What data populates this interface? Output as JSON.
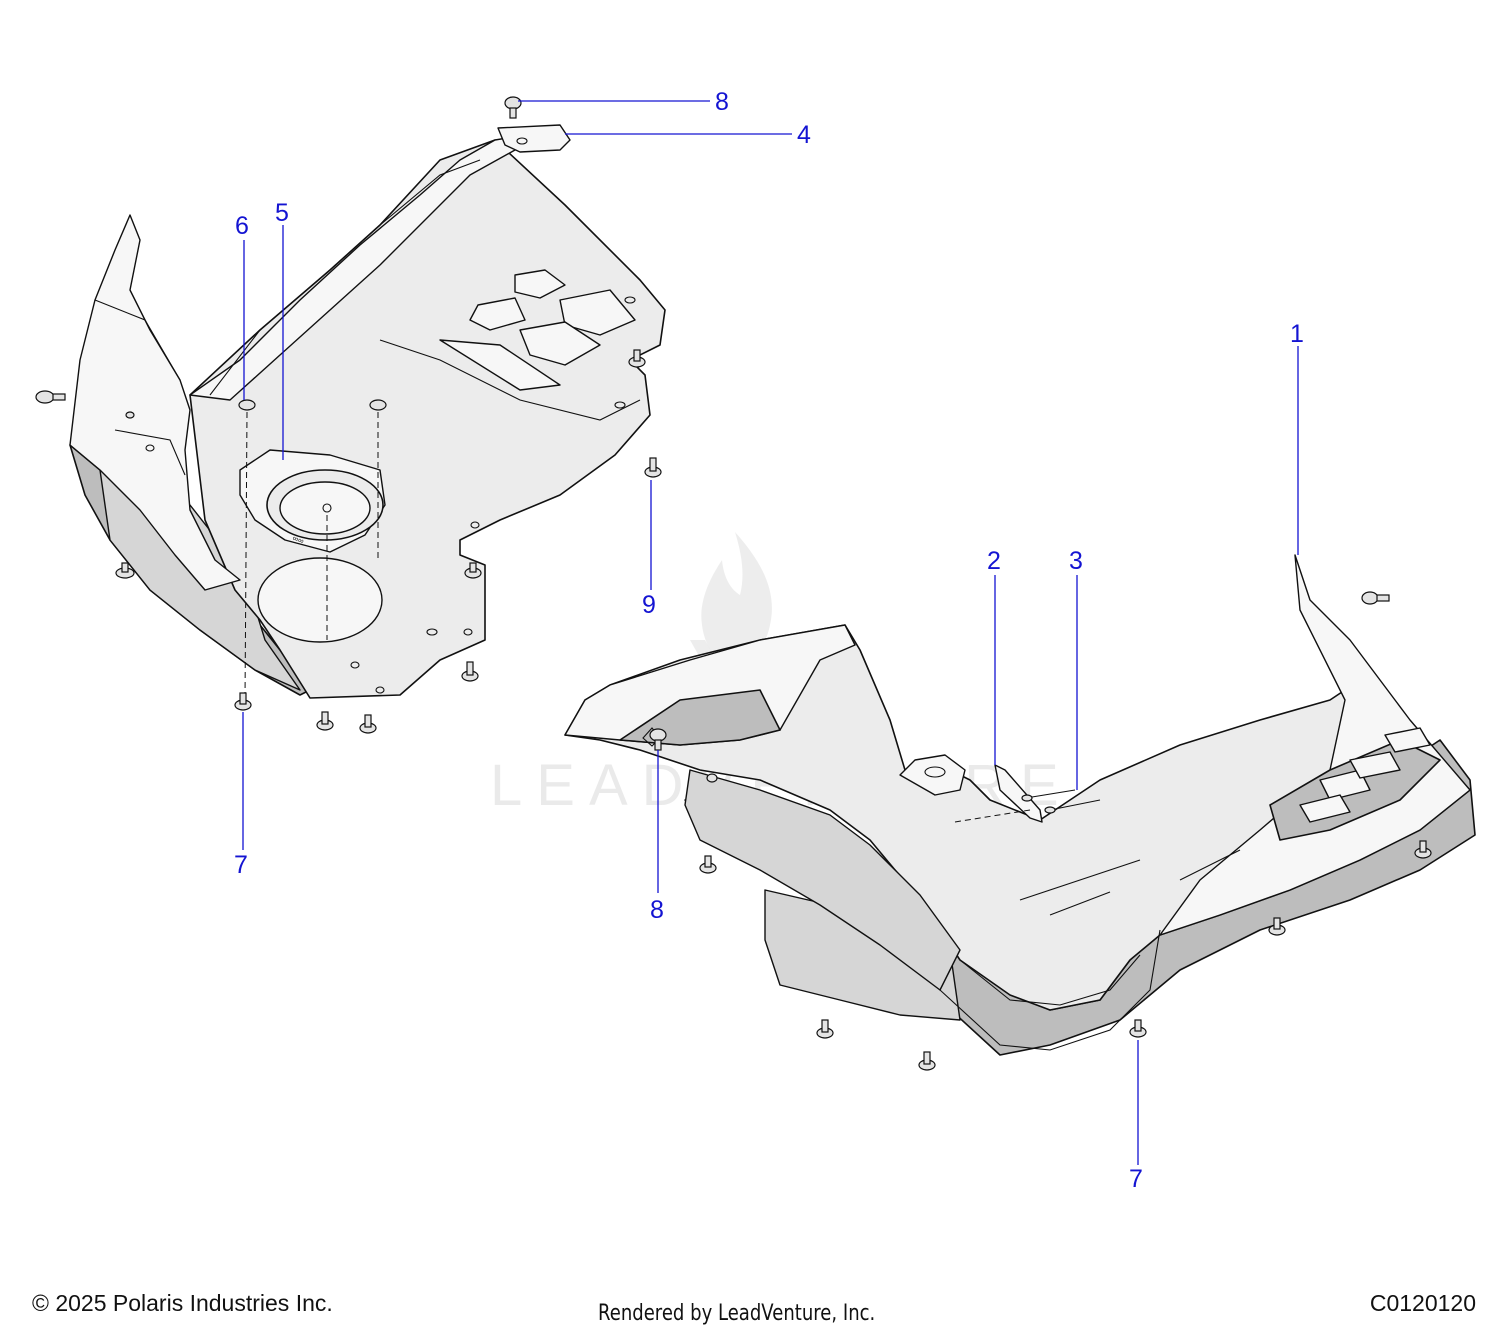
{
  "diagram": {
    "callouts": [
      {
        "id": "c8-top",
        "label": "8"
      },
      {
        "id": "c4",
        "label": "4"
      },
      {
        "id": "c6",
        "label": "6"
      },
      {
        "id": "c5",
        "label": "5"
      },
      {
        "id": "c1",
        "label": "1"
      },
      {
        "id": "c2",
        "label": "2"
      },
      {
        "id": "c3",
        "label": "3"
      },
      {
        "id": "c9",
        "label": "9"
      },
      {
        "id": "c7-left",
        "label": "7"
      },
      {
        "id": "c8-bottom",
        "label": "8"
      },
      {
        "id": "c7-right",
        "label": "7"
      }
    ],
    "watermark": "LEADVENTURE",
    "colors": {
      "callout": "#1414d2",
      "line": "#111111",
      "part_fill": "#ececec"
    }
  },
  "footer": {
    "copyright": "© 2025 Polaris Industries Inc.",
    "rendered_by": "Rendered by LeadVenture, Inc.",
    "code": "C0120120"
  }
}
